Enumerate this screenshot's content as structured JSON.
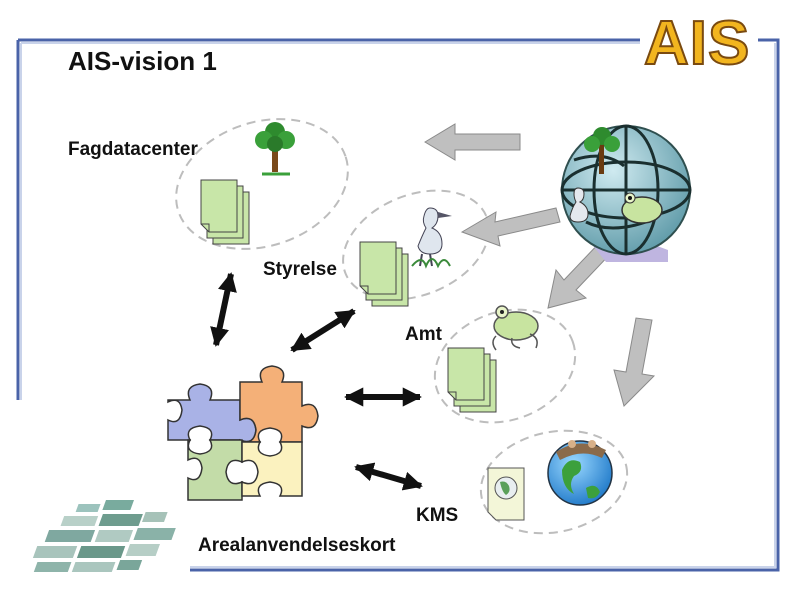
{
  "slide": {
    "title": "AIS-vision 1",
    "logo_text": "AIS"
  },
  "nodes": {
    "fagdatacenter": "Fagdatacenter",
    "styrelse": "Styrelse",
    "amt": "Amt",
    "kms": "KMS",
    "arealanvendelseskort": "Arealanvendelseskort"
  },
  "colors": {
    "frame": "#5a78b8",
    "logo_fill": "#f2b51f",
    "logo_outline": "#7a4a10",
    "arrow_gray": "#a9a9a9",
    "arrow_black": "#111111",
    "document": "#c8e6a8",
    "puzzle_blue": "#a9b2e6",
    "puzzle_orange": "#f4b078",
    "puzzle_green": "#c3dca8",
    "puzzle_yellow": "#fbf2bf"
  },
  "icons": [
    "tree-icon",
    "heron-icon",
    "frog-icon",
    "world-globe-icon",
    "document-stack-icon",
    "puzzle-icon",
    "map-mosaic-icon"
  ]
}
